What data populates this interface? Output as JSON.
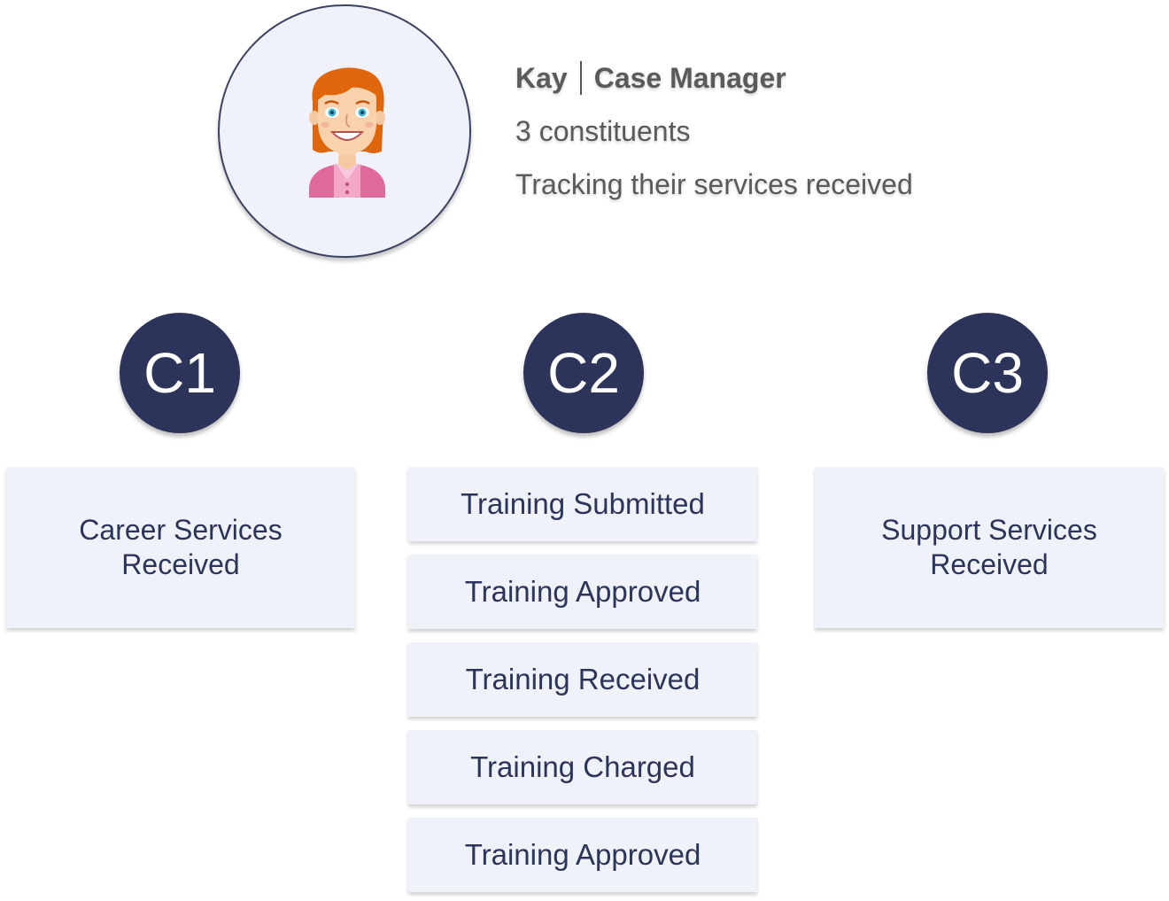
{
  "persona": {
    "name": "Kay",
    "role": "Case Manager",
    "constituents": "3 constituents",
    "description": "Tracking their services received"
  },
  "constituents": [
    {
      "label": "C1",
      "services": [
        "Career Services Received"
      ]
    },
    {
      "label": "C2",
      "services": [
        "Training Submitted",
        "Training Approved",
        "Training Received",
        "Training Charged",
        "Training Approved"
      ]
    },
    {
      "label": "C3",
      "services": [
        "Support Services Received"
      ]
    }
  ],
  "colors": {
    "badge": "#2d3459",
    "card": "#eff2f9",
    "card_text": "#2d3459",
    "persona_text": "#5a5a5a",
    "avatar_bg": "#eff2fa",
    "avatar_border": "#3d4263"
  }
}
